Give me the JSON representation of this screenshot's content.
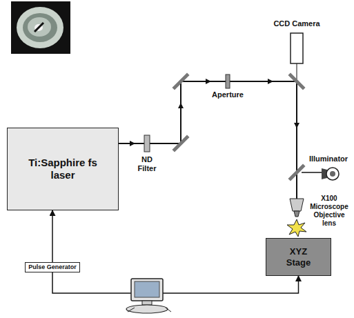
{
  "diagram": {
    "nodes": [
      {
        "text": [
          "Ti:Sapphire fs laser"
        ]
      },
      {
        "text": [
          "Pulse Generator"
        ]
      },
      {
        "text": [
          "XYZ Stage"
        ]
      }
    ],
    "edges": [
      {
        "from": 1,
        "to": 0,
        "arrow": "to"
      },
      {
        "from": 1,
        "to": 2,
        "arrow": "to"
      }
    ],
    "labels": [
      "CCD Camera",
      "Aperture",
      "ND Filter",
      "Illuminator",
      "X100 Microscope Objective lens"
    ]
  }
}
